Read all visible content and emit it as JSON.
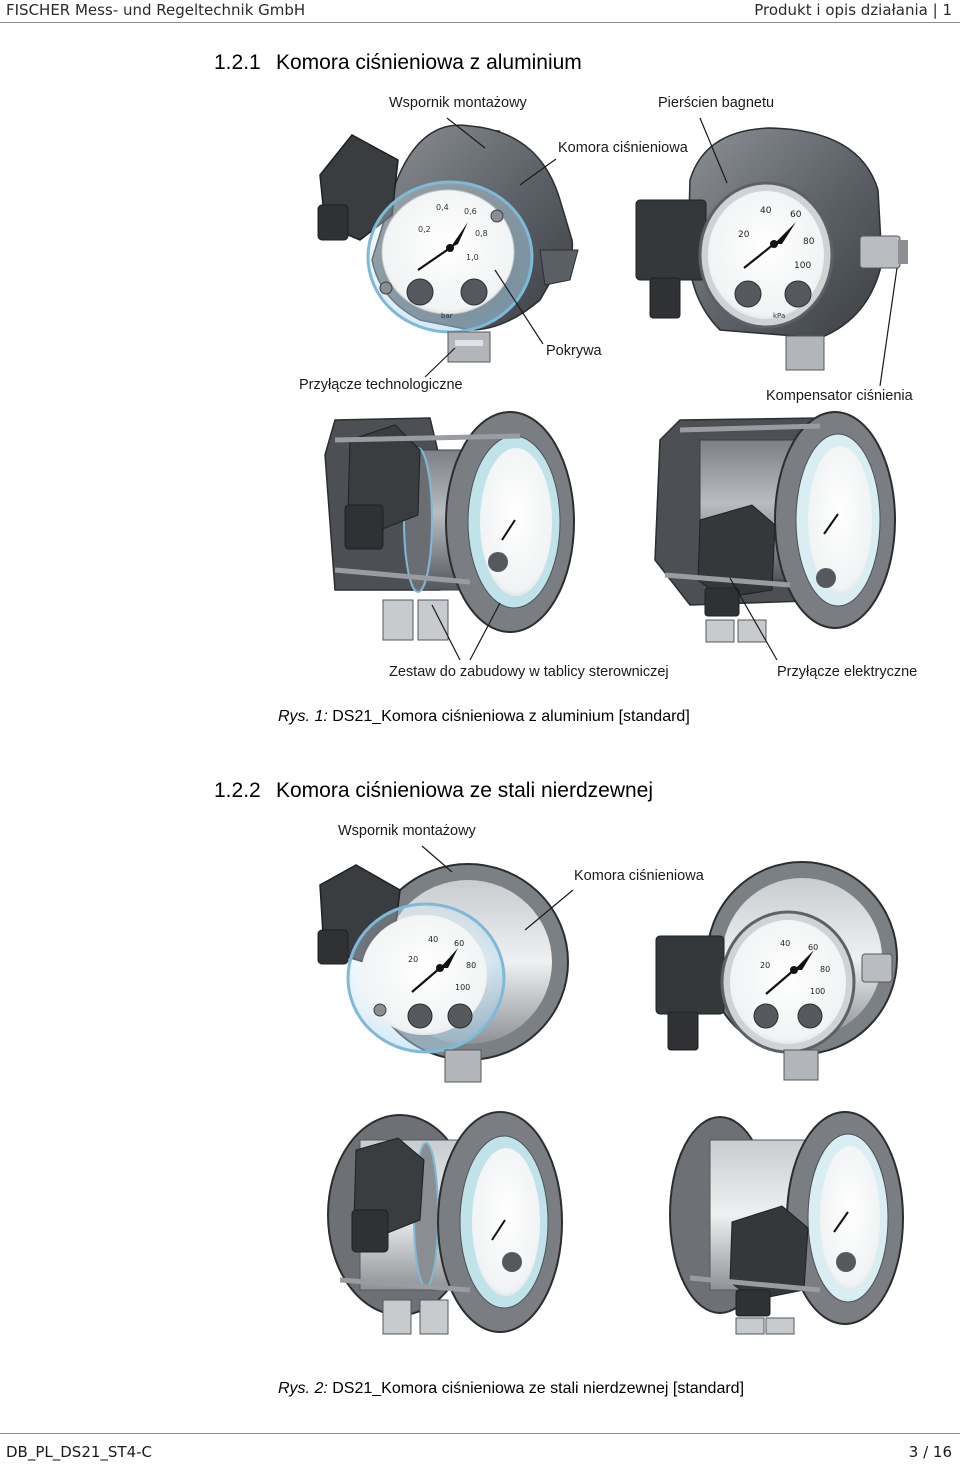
{
  "header": {
    "company": "FISCHER Mess- und Regeltechnik GmbH",
    "section": "Produkt i opis działania | 1"
  },
  "section1": {
    "number": "1.2.1",
    "title": "Komora ciśnieniowa z aluminium",
    "labels": {
      "mounting_bracket": "Wspornik montażowy",
      "bayonet_ring": "Pierścien bagnetu",
      "pressure_chamber": "Komora ciśnieniowa",
      "cover": "Pokrywa",
      "process_connection": "Przyłącze technologiczne",
      "pressure_compensator": "Kompensator ciśnienia",
      "panel_mount_kit": "Zestaw do zabudowy w tablicy sterowniczej",
      "electrical_connection": "Przyłącze elektryczne"
    },
    "caption_prefix": "Rys. 1:",
    "caption_text": "DS21_Komora ciśnieniowa z aluminium [standard]"
  },
  "section2": {
    "number": "1.2.2",
    "title": "Komora ciśnieniowa ze stali nierdzewnej",
    "labels": {
      "mounting_bracket": "Wspornik montażowy",
      "pressure_chamber": "Komora ciśnieniowa"
    },
    "caption_prefix": "Rys. 2:",
    "caption_text": "DS21_Komora ciśnieniowa ze stali nierdzewnej [standard]"
  },
  "gauge_text": {
    "scale_bar": [
      "0,2",
      "0,4",
      "0,6",
      "0,8",
      "1,0"
    ],
    "scale_kpa": [
      "20",
      "40",
      "60",
      "80",
      "100"
    ],
    "unit_bar": "bar",
    "unit_kpa": "kPa"
  },
  "footer": {
    "doc_id": "DB_PL_DS21_ST4-C",
    "page": "3 / 16"
  }
}
